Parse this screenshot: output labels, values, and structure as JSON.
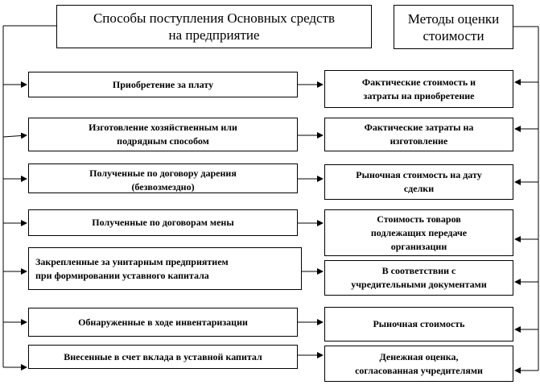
{
  "header": {
    "title_lines": [
      "Способы поступления Основных средств",
      "на предприятие"
    ],
    "methods_lines": [
      "Методы оценки",
      "стоимости"
    ]
  },
  "left_items": [
    {
      "lines": [
        "Приобретение за плату"
      ]
    },
    {
      "lines": [
        "Изготовление хозяйственным или",
        "подрядным способом"
      ]
    },
    {
      "lines": [
        "Полученные по договору дарения",
        "(безвозмездно)"
      ]
    },
    {
      "lines": [
        "Полученные по договорам мены"
      ]
    },
    {
      "lines": [
        "Закрепленные за унитарным предприятием",
        "при формировании уставного капитала"
      ]
    },
    {
      "lines": [
        "Обнаруженные в ходе инвентаризации"
      ]
    },
    {
      "lines": [
        "Внесенные в счет вклада в уставной капитал"
      ]
    }
  ],
  "right_items": [
    {
      "lines": [
        "Фактические стоимость и",
        "затраты на приобретение"
      ]
    },
    {
      "lines": [
        "Фактические затраты на",
        "изготовление"
      ]
    },
    {
      "lines": [
        "Рыночная стоимость на дату",
        "сделки"
      ]
    },
    {
      "lines": [
        "Стоимость товаров",
        "подлежащих передаче",
        "организации"
      ]
    },
    {
      "lines": [
        "В соответствии с",
        "учредительными документами"
      ]
    },
    {
      "lines": [
        "Рыночная стоимость"
      ]
    },
    {
      "lines": [
        "Денежная оценка,",
        "согласованная учредителями"
      ]
    }
  ]
}
